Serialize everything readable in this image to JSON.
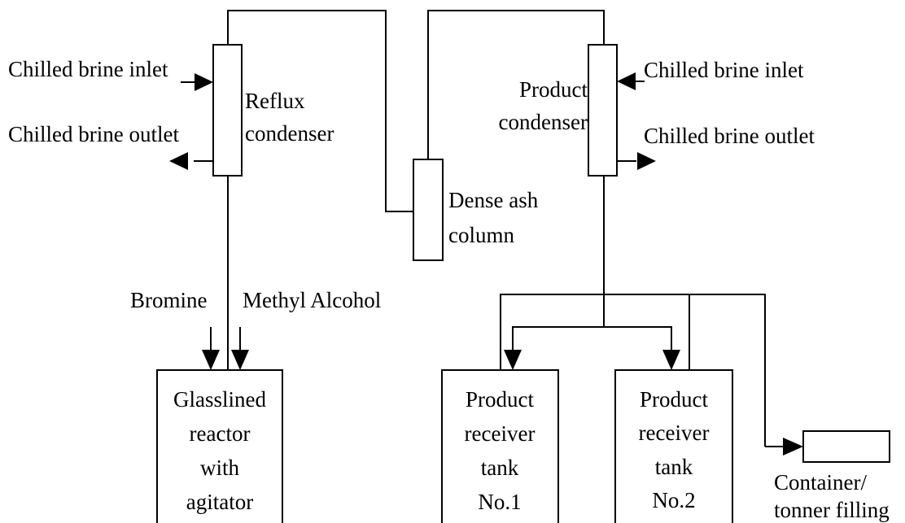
{
  "left_condenser": {
    "inlet": "Chilled brine inlet",
    "outlet": "Chilled brine outlet",
    "name_line1": "Reflux",
    "name_line2": "condenser"
  },
  "right_condenser": {
    "inlet": "Chilled brine inlet",
    "outlet": "Chilled brine outlet",
    "name_line1": "Product",
    "name_line2": "condenser"
  },
  "column": {
    "line1": "Dense ash",
    "line2": "column"
  },
  "feeds": {
    "bromine": "Bromine",
    "methanol": "Methyl Alcohol"
  },
  "reactor": {
    "lines": [
      "Glasslined",
      "reactor",
      "with",
      "agitator"
    ]
  },
  "tank1": {
    "lines": [
      "Product",
      "receiver",
      "tank",
      "No.1"
    ]
  },
  "tank2": {
    "lines": [
      "Product",
      "receiver",
      "tank",
      "No.2"
    ]
  },
  "container": {
    "line1": "Container/",
    "line2": "tonner filling"
  }
}
